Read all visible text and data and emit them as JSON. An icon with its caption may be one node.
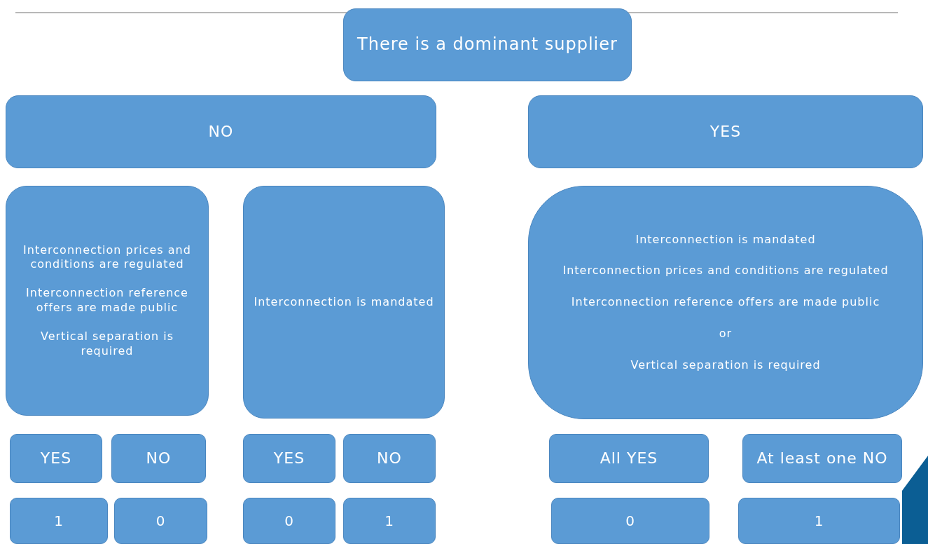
{
  "diagram": {
    "nodes": [
      {
        "text": [
          "There is a dominant supplier"
        ]
      },
      {
        "text": [
          "NO"
        ]
      },
      {
        "text": [
          "YES"
        ]
      },
      {
        "text": [
          "Interconnection prices and conditions are regulated",
          "Interconnection reference offers are made public",
          "Vertical separation is required"
        ]
      },
      {
        "text": [
          "Interconnection is mandated"
        ]
      },
      {
        "text": [
          "Interconnection is mandated",
          "Interconnection prices and conditions are regulated",
          "Interconnection reference offers are made public",
          "or",
          "Vertical separation is required"
        ]
      },
      {
        "text": [
          "YES"
        ]
      },
      {
        "text": [
          "NO"
        ]
      },
      {
        "text": [
          "YES"
        ]
      },
      {
        "text": [
          "NO"
        ]
      },
      {
        "text": [
          "All YES"
        ]
      },
      {
        "text": [
          "At least one NO"
        ]
      },
      {
        "text": [
          "1"
        ]
      },
      {
        "text": [
          "0"
        ]
      },
      {
        "text": [
          "0"
        ]
      },
      {
        "text": [
          "1"
        ]
      },
      {
        "text": [
          "0"
        ]
      },
      {
        "text": [
          "1"
        ]
      }
    ]
  }
}
